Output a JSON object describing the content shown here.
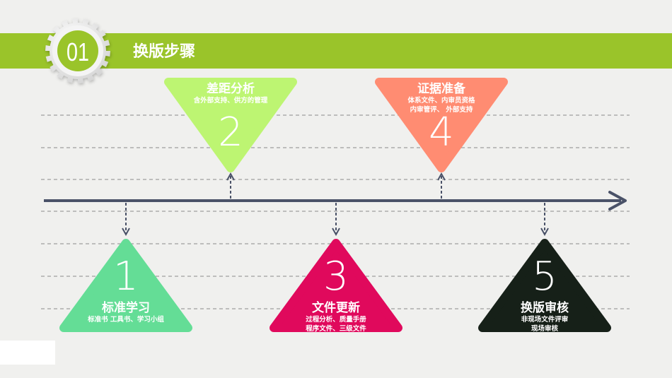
{
  "header": {
    "badge_number": "01",
    "title": "换版步骤",
    "band_color": "#9ac42a"
  },
  "steps": [
    {
      "number": "1",
      "title": "标准学习",
      "lines": [
        "标准书 工具书、学习小组"
      ],
      "color": "#64dd96",
      "direction": "up",
      "position": "below"
    },
    {
      "number": "2",
      "title": "差距分析",
      "lines": [
        "含外部支持、供方的管理"
      ],
      "color": "#bdf572",
      "direction": "down",
      "position": "above"
    },
    {
      "number": "3",
      "title": "文件更新",
      "lines": [
        "过程分析、质量手册",
        "程序文件、三级文件"
      ],
      "color": "#e0095c",
      "direction": "up",
      "position": "below"
    },
    {
      "number": "4",
      "title": "证据准备",
      "lines": [
        "体系文件、内审员资格",
        "内审管评、 外部支持"
      ],
      "color": "#ff8c72",
      "direction": "down",
      "position": "above"
    },
    {
      "number": "5",
      "title": "换版审核",
      "lines": [
        "非现场文件评审",
        "现场审核"
      ],
      "color": "#162018",
      "direction": "up",
      "position": "below"
    }
  ],
  "timeline_color": "#4a5268"
}
